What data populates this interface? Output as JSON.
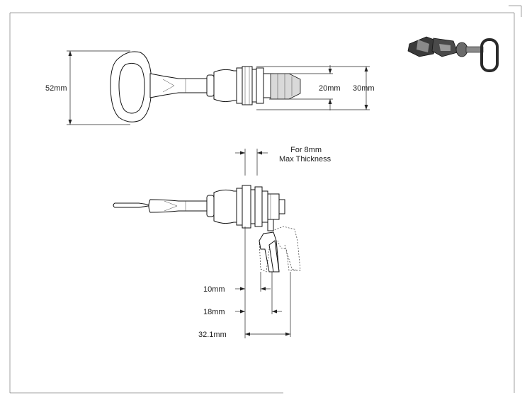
{
  "dimensions": {
    "key_height": "52mm",
    "inner_width": "20mm",
    "outer_width": "30mm",
    "thickness_note_line1": "For 8mm",
    "thickness_note_line2": "Max Thickness",
    "offset_10": "10mm",
    "offset_18": "18mm",
    "offset_32": "32.1mm"
  }
}
